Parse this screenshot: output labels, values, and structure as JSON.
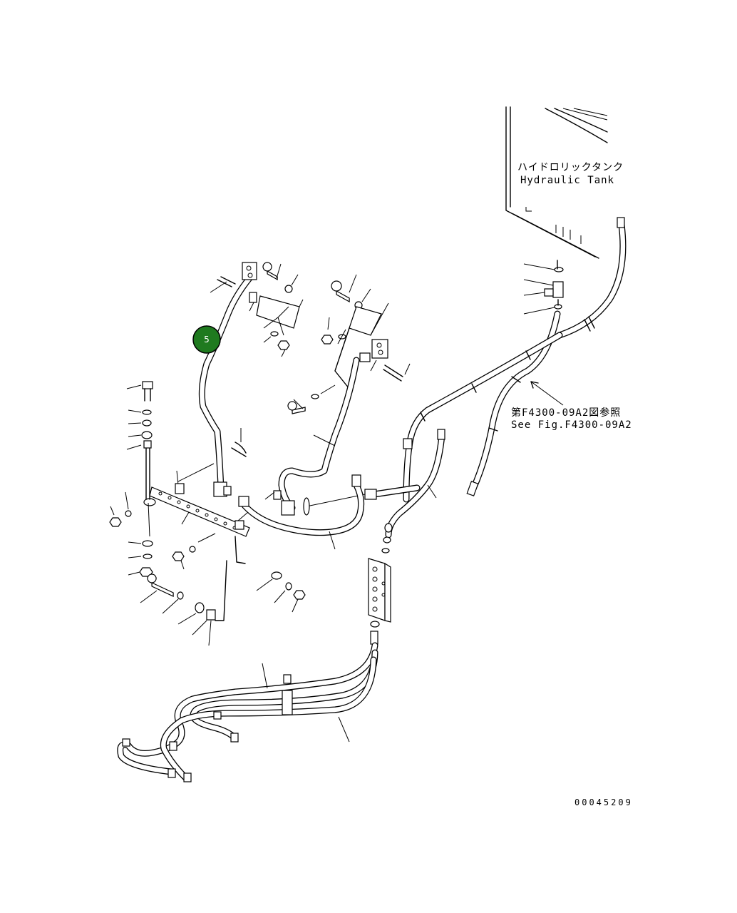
{
  "tank_label": {
    "jp": "ハイドロリックタンク",
    "en": "Hydraulic Tank"
  },
  "reference_label": {
    "jp": "第F4300-09A2図参照",
    "en": "See Fig.F4300-09A2"
  },
  "callout": {
    "number": "5",
    "color": "#1f7a1f"
  },
  "drawing_number": "00045209"
}
